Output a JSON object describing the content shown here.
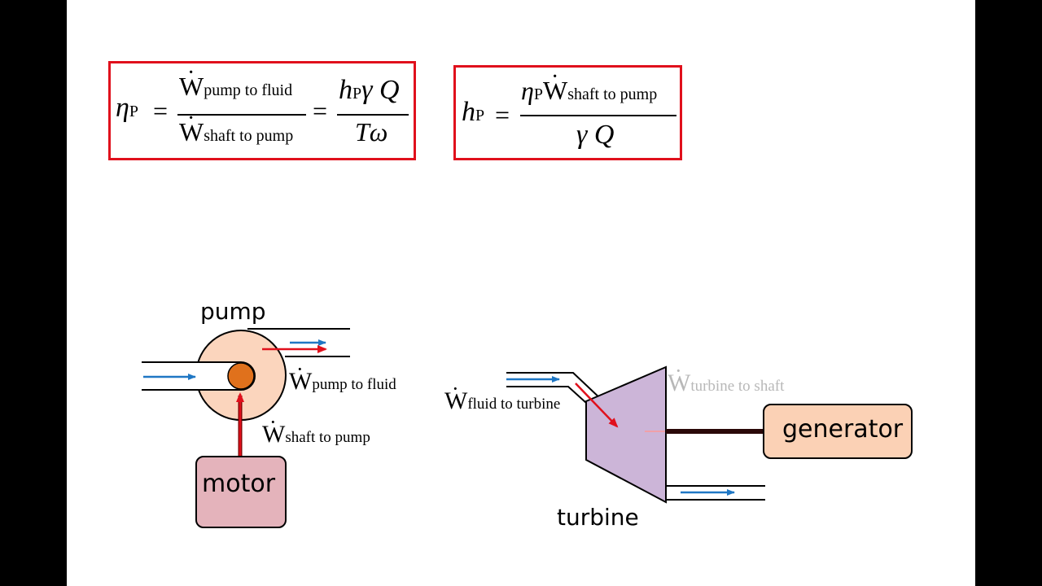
{
  "equation1": {
    "lhs_symbol": "η",
    "lhs_sub": "P",
    "num_symbol": "W",
    "num_sub": "pump to fluid",
    "den_symbol": "W",
    "den_sub": "shaft to pump",
    "rhs_num_h": "h",
    "rhs_num_h_sub": "P",
    "rhs_num_rest": "γ Q",
    "rhs_den": "Tω",
    "eq1": "=",
    "eq2": "="
  },
  "equation2": {
    "lhs_symbol": "h",
    "lhs_sub": "P",
    "num_eta": "η",
    "num_eta_sub": "P",
    "num_symbol": "W",
    "num_sub": "shaft to pump",
    "den": "γ Q",
    "eq": "="
  },
  "pump_diagram": {
    "pump_label": "pump",
    "motor_label": "motor",
    "w_pump_symbol": "W",
    "w_pump_sub": "pump to fluid",
    "w_shaft_symbol": "W",
    "w_shaft_sub": "shaft to pump"
  },
  "turbine_diagram": {
    "turbine_label": "turbine",
    "generator_label": "generator",
    "w_fluid_symbol": "W",
    "w_fluid_sub": "fluid to turbine",
    "w_turbine_symbol": "W",
    "w_turbine_sub": "turbine to shaft"
  },
  "colors": {
    "box_border": "#e0101c",
    "flow_arrow": "#1f77c4",
    "power_arrow": "#e0101c",
    "faded_power_arrow": "#f0a0a8",
    "pump_body": "#fbd5bd",
    "pump_impeller": "#e0711c",
    "motor_fill": "#e4b3bb",
    "turbine_fill": "#ccb5d8",
    "generator_fill": "#fbd1b5",
    "faded_text": "#b8b8b8"
  }
}
